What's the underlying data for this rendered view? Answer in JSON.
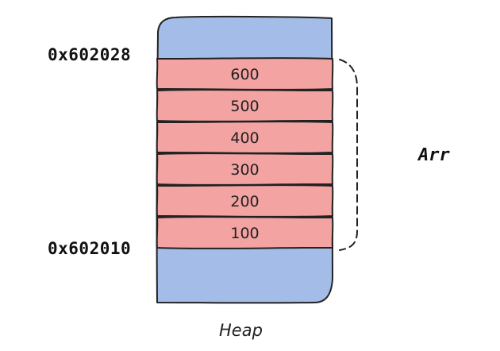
{
  "heap_label": "Heap",
  "array_label": "Arr",
  "addresses": {
    "top": "0x602028",
    "bottom": "0x602010"
  },
  "cells": [
    "600",
    "500",
    "400",
    "300",
    "200",
    "100"
  ],
  "colors": {
    "free_region": "#a4bde8",
    "array_cell": "#f4a3a3",
    "outline": "#222222"
  }
}
